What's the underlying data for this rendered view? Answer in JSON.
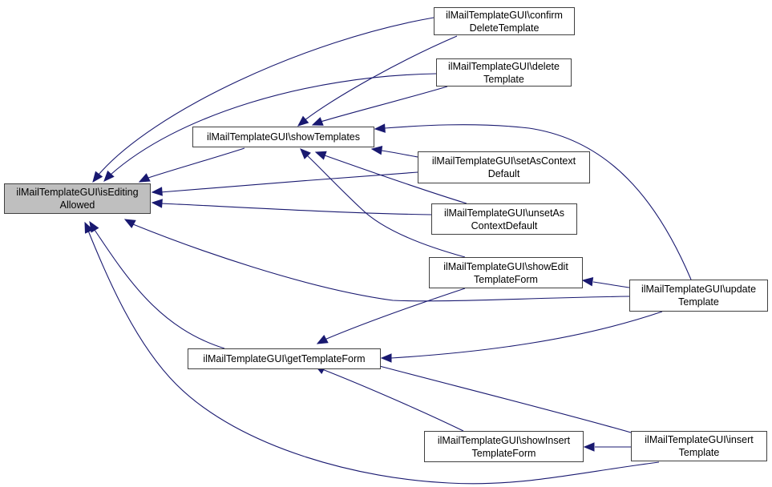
{
  "diagram": {
    "type": "call-graph",
    "edge_color": "#191970",
    "root_fill": "#bfbfbf",
    "nodes": [
      {
        "id": "isEditingAllowed",
        "lines": [
          "ilMailTemplateGUI\\isEditing",
          "Allowed"
        ],
        "root": true
      },
      {
        "id": "showTemplates",
        "lines": [
          "ilMailTemplateGUI\\showTemplates"
        ]
      },
      {
        "id": "getTemplateForm",
        "lines": [
          "ilMailTemplateGUI\\getTemplateForm"
        ]
      },
      {
        "id": "confirmDeleteTemplate",
        "lines": [
          "ilMailTemplateGUI\\confirm",
          "DeleteTemplate"
        ]
      },
      {
        "id": "deleteTemplate",
        "lines": [
          "ilMailTemplateGUI\\delete",
          "Template"
        ]
      },
      {
        "id": "setAsContextDefault",
        "lines": [
          "ilMailTemplateGUI\\setAsContext",
          "Default"
        ]
      },
      {
        "id": "unsetAsContextDefault",
        "lines": [
          "ilMailTemplateGUI\\unsetAs",
          "ContextDefault"
        ]
      },
      {
        "id": "showEditTemplateForm",
        "lines": [
          "ilMailTemplateGUI\\showEdit",
          "TemplateForm"
        ]
      },
      {
        "id": "updateTemplate",
        "lines": [
          "ilMailTemplateGUI\\update",
          "Template"
        ]
      },
      {
        "id": "showInsertTemplateForm",
        "lines": [
          "ilMailTemplateGUI\\showInsert",
          "TemplateForm"
        ]
      },
      {
        "id": "insertTemplate",
        "lines": [
          "ilMailTemplateGUI\\insert",
          "Template"
        ]
      }
    ],
    "edges": [
      {
        "from": "confirmDeleteTemplate",
        "to": "isEditingAllowed"
      },
      {
        "from": "deleteTemplate",
        "to": "isEditingAllowed"
      },
      {
        "from": "showTemplates",
        "to": "isEditingAllowed"
      },
      {
        "from": "setAsContextDefault",
        "to": "isEditingAllowed"
      },
      {
        "from": "unsetAsContextDefault",
        "to": "isEditingAllowed"
      },
      {
        "from": "updateTemplate",
        "to": "isEditingAllowed"
      },
      {
        "from": "getTemplateForm",
        "to": "isEditingAllowed"
      },
      {
        "from": "insertTemplate",
        "to": "isEditingAllowed"
      },
      {
        "from": "confirmDeleteTemplate",
        "to": "showTemplates"
      },
      {
        "from": "deleteTemplate",
        "to": "showTemplates"
      },
      {
        "from": "updateTemplate",
        "to": "showTemplates"
      },
      {
        "from": "setAsContextDefault",
        "to": "showTemplates"
      },
      {
        "from": "unsetAsContextDefault",
        "to": "showTemplates"
      },
      {
        "from": "showEditTemplateForm",
        "to": "showTemplates"
      },
      {
        "from": "updateTemplate",
        "to": "showEditTemplateForm"
      },
      {
        "from": "showEditTemplateForm",
        "to": "getTemplateForm"
      },
      {
        "from": "updateTemplate",
        "to": "getTemplateForm"
      },
      {
        "from": "showInsertTemplateForm",
        "to": "getTemplateForm"
      },
      {
        "from": "insertTemplate",
        "to": "getTemplateForm"
      },
      {
        "from": "insertTemplate",
        "to": "showInsertTemplateForm"
      }
    ]
  }
}
